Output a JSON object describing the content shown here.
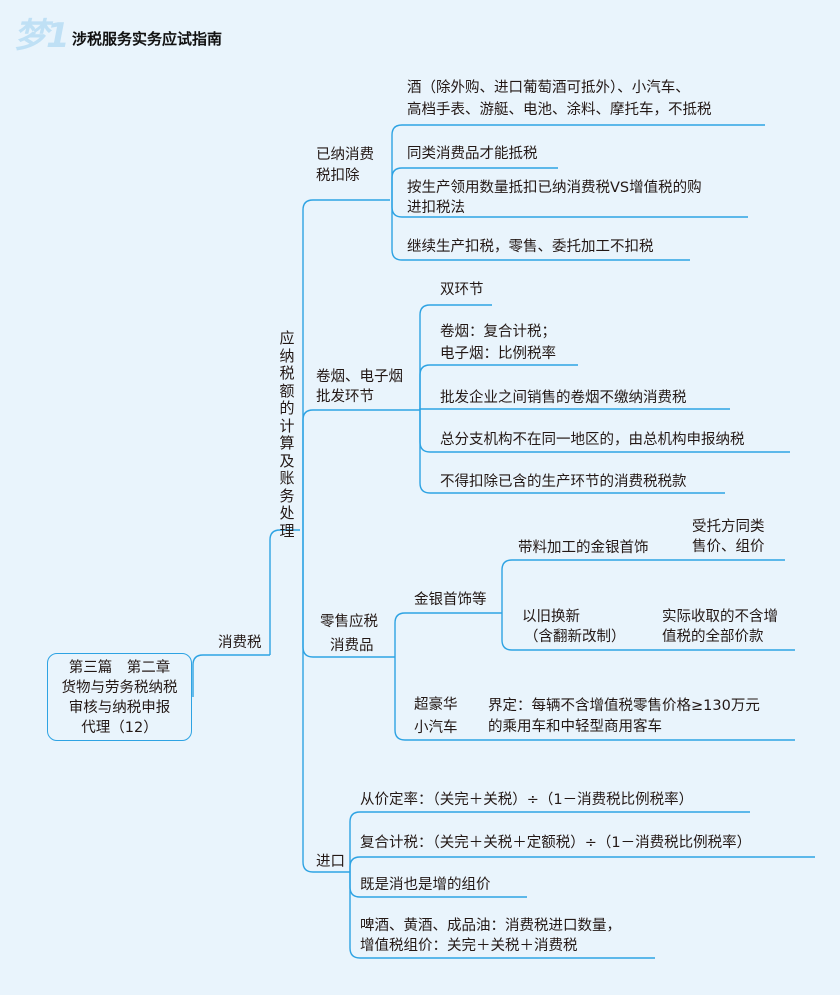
{
  "header": {
    "logo": "梦1",
    "title": "涉税服务实务应试指南"
  },
  "root": [
    "第三篇　第二章",
    "货物与劳务税纳税",
    "审核与纳税申报",
    "代理（12）"
  ],
  "level1": "消费税",
  "level2": "应纳税额的计算及账务处理",
  "branches": {
    "deduct": {
      "label": [
        "已纳消费",
        "税扣除"
      ],
      "items": [
        [
          "酒（除外购、进口葡萄酒可抵外）、小汽车、",
          "高档手表、游艇、电池、涂料、摩托车，不抵税"
        ],
        [
          "同类消费品才能抵税"
        ],
        [
          "按生产领用数量抵扣已纳消费税VS增值税的购",
          "进扣税法"
        ],
        [
          "继续生产扣税，零售、委托加工不扣税"
        ]
      ]
    },
    "wholesale": {
      "label": [
        "卷烟、电子烟",
        "批发环节"
      ],
      "items": [
        [
          "双环节"
        ],
        [
          "卷烟：复合计税；",
          "电子烟：比例税率"
        ],
        [
          "批发企业之间销售的卷烟不缴纳消费税"
        ],
        [
          "总分支机构不在同一地区的，由总机构申报纳税"
        ],
        [
          "不得扣除已含的生产环节的消费税税款"
        ]
      ]
    },
    "retail": {
      "label": [
        "零售应税",
        "消费品"
      ],
      "jewelry": {
        "label": "金银首饰等",
        "items": [
          {
            "label": "带料加工的金银首饰",
            "detail": [
              "受托方同类",
              "售价、组价"
            ]
          },
          {
            "label": [
              "以旧换新",
              "（含翻新改制）"
            ],
            "detail": [
              "实际收取的不含增",
              "值税的全部价款"
            ]
          }
        ]
      },
      "luxury_car": {
        "label": [
          "超豪华",
          "小汽车"
        ],
        "detail": [
          "界定：每辆不含增值税零售价格≥130万元",
          "的乘用车和中轻型商用客车"
        ]
      }
    },
    "import": {
      "label": "进口",
      "items": [
        [
          "从价定率：（关完＋关税）÷（1－消费税比例税率）"
        ],
        [
          "复合计税：（关完＋关税＋定额税）÷（1－消费税比例税率）"
        ],
        [
          "既是消也是增的组价"
        ],
        [
          "啤酒、黄酒、成品油：消费税进口数量，",
          "增值税组价：关完＋关税＋消费税"
        ]
      ]
    }
  },
  "colors": {
    "line": "#2ea3e3",
    "background": "#e9f4fc"
  }
}
